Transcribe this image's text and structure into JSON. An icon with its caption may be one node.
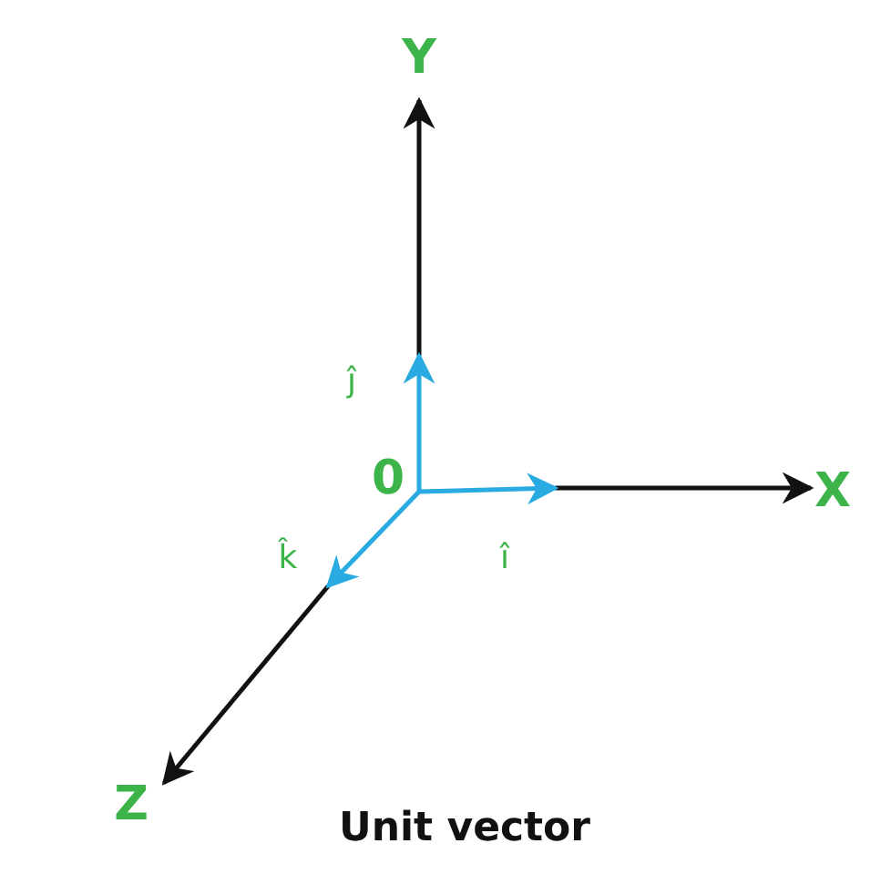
{
  "diagram": {
    "caption": "Unit vector",
    "labels": [
      "Y",
      "ĵ",
      "0",
      "X",
      "k̂",
      "î",
      "Z"
    ]
  }
}
